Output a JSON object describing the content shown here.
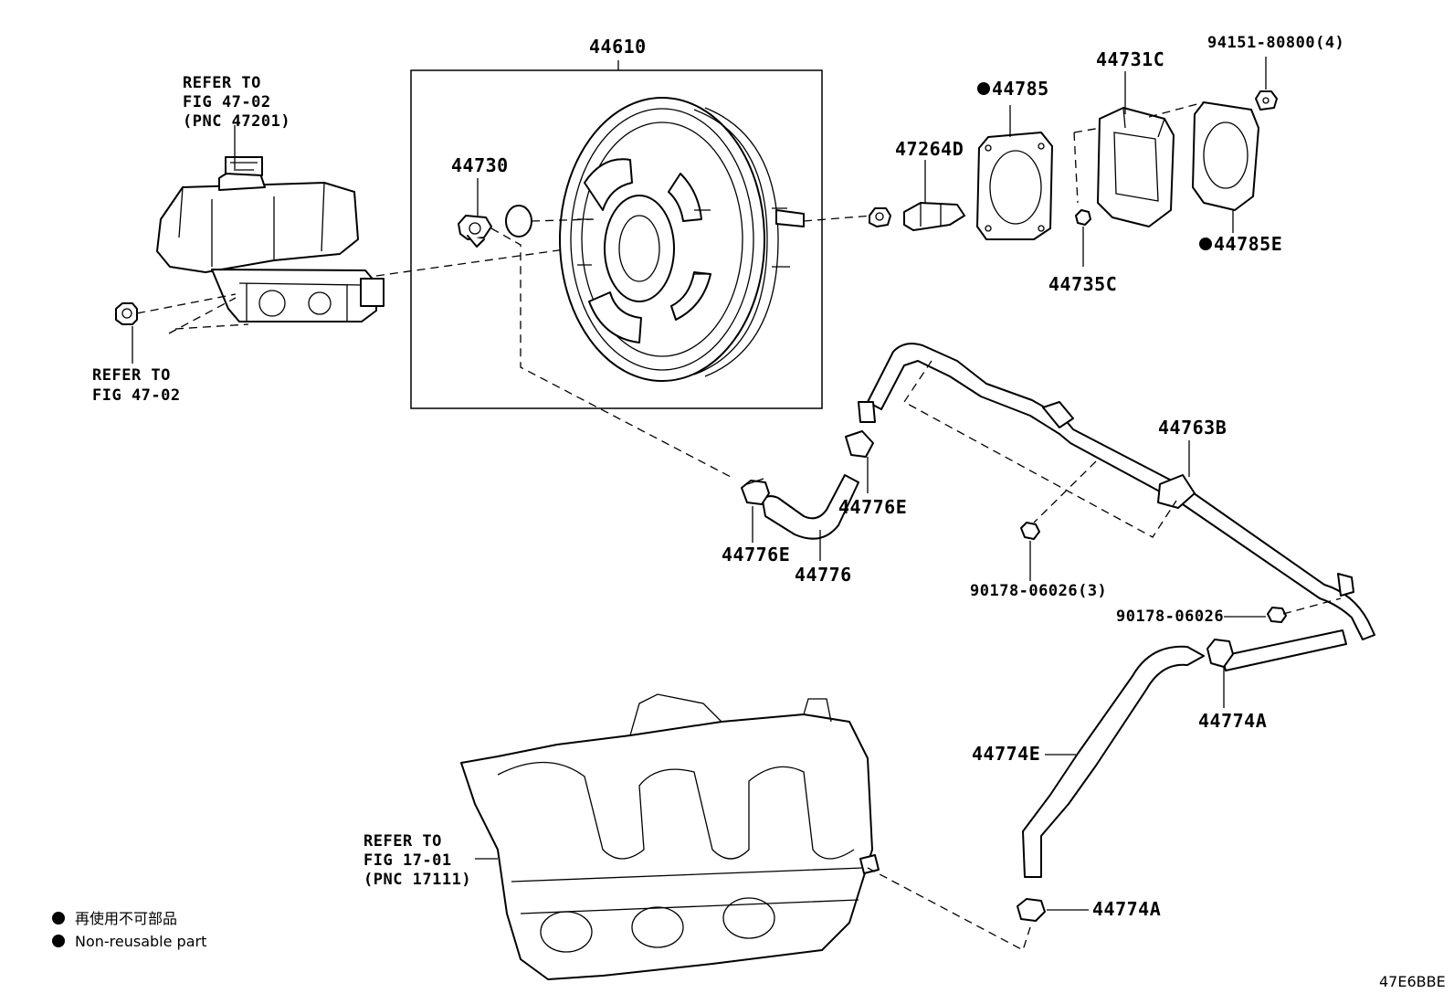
{
  "labels": {
    "l44610": "44610",
    "l44730": "44730",
    "l44785": "44785",
    "l44731C": "44731C",
    "l94151": "94151-80800(4)",
    "l47264D": "47264D",
    "l44735C": "44735C",
    "l44785E": "44785E",
    "l44763B": "44763B",
    "l44776E_a": "44776E",
    "l44776E_b": "44776E",
    "l44776": "44776",
    "l90178_3": "90178-06026(3)",
    "l90178": "90178-06026",
    "l44774A_a": "44774A",
    "l44774E": "44774E",
    "l44774A_b": "44774A"
  },
  "refs": {
    "master_cylinder": [
      "REFER TO",
      "FIG 47-02",
      "(PNC 47201)"
    ],
    "master_cylinder_nut": [
      "REFER TO",
      "FIG 47-02"
    ],
    "intake_manifold": [
      "REFER TO",
      "FIG 17-01",
      "(PNC 17111)"
    ]
  },
  "legend": {
    "items": [
      "再使用不可部品",
      "Non-reusable part"
    ]
  },
  "diagram_code": "47E6BBE",
  "icons": {
    "non_reusable_marker": "filled-circle"
  }
}
